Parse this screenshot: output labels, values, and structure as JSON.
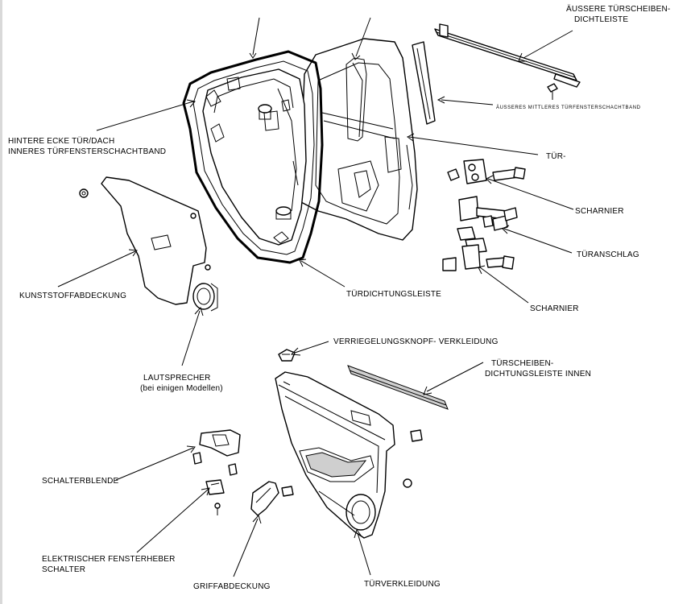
{
  "labels": {
    "outer_weatherstrip_1": "ÄUSSERE TÜRSCHEIBEN-",
    "outer_weatherstrip_2": "DICHTLEISTE",
    "outer_center_channel": "ÄUSSERES MITTLERES TÜRFENSTERSCHACHTBAND",
    "rear_corner_1": "HINTERE ECKE TÜR/DACH",
    "rear_corner_2": "INNERES TÜRFENSTERSCHACHTBAND",
    "door": "TÜR-",
    "hinge_upper": "SCHARNIER",
    "door_check": "TÜRANSCHLAG",
    "hinge_lower": "SCHARNIER",
    "plastic_cover": "KUNSTSTOFFABDECKUNG",
    "door_seal": "TÜRDICHTUNGSLEISTE",
    "speaker_1": "LAUTSPRECHER",
    "speaker_2": "(bei einigen Modellen)",
    "lock_knob_trim": "VERRIEGELUNGSKNOPF- VERKLEIDUNG",
    "inner_weatherstrip_1": "TÜRSCHEIBEN-",
    "inner_weatherstrip_2": "DICHTUNGSLEISTE INNEN",
    "switch_panel": "SCHALTERBLENDE",
    "window_switch_1": "ELEKTRISCHER FENSTERHEBER",
    "window_switch_2": "SCHALTER",
    "grab_handle_cover": "GRIFFABDECKUNG",
    "door_panel": "TÜRVERKLEIDUNG"
  }
}
